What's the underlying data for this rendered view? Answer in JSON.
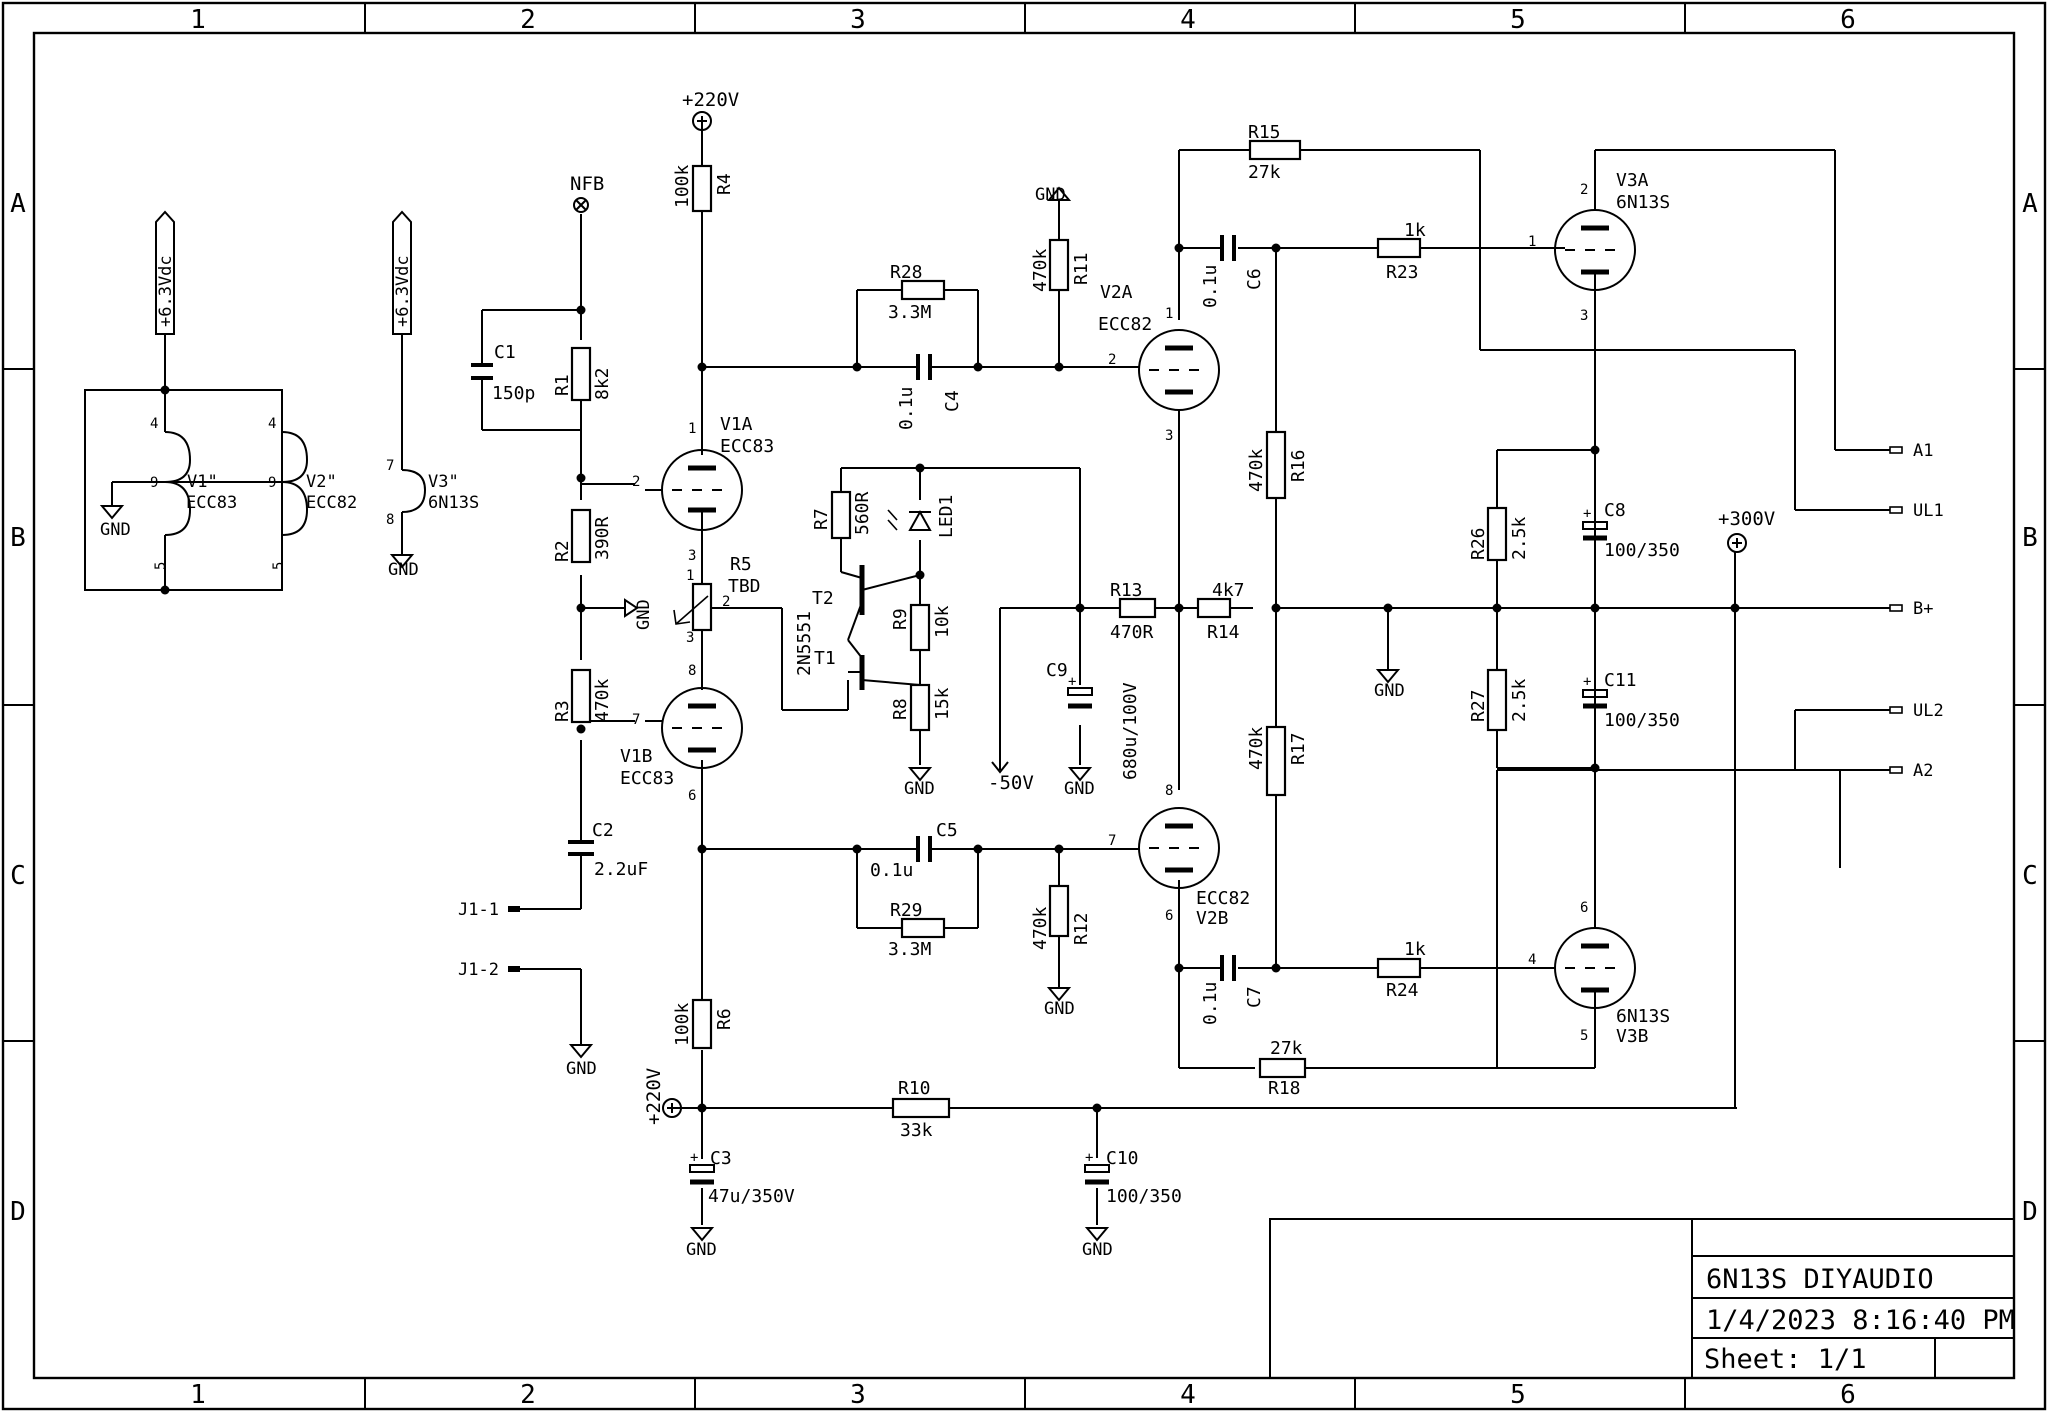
{
  "frame": {
    "columns": [
      "1",
      "2",
      "3",
      "4",
      "5",
      "6"
    ],
    "rows": [
      "A",
      "B",
      "C",
      "D"
    ]
  },
  "title_block": {
    "title": "6N13S DIYAUDIO",
    "datetime": "1/4/2023 8:16:40 PM",
    "sheet": "Sheet: 1/1"
  },
  "power": {
    "h1": "+6.3Vdc",
    "h2": "+6.3Vdc",
    "v220_top": "+220V",
    "v220_bot": "+220V",
    "v300": "+300V",
    "neg50": "-50V",
    "gnd": "GND",
    "nfb": "NFB"
  },
  "heater": {
    "u1": "V1\"",
    "u1_type": "ECC83",
    "u2": "V2\"",
    "u2_type": "ECC82",
    "u3": "V3\"",
    "u3_type": "6N13S",
    "pins": [
      "4",
      "9",
      "5",
      "4",
      "9",
      "5",
      "7",
      "8"
    ]
  },
  "tubes": {
    "v1a": {
      "name": "V1A",
      "type": "ECC83"
    },
    "v1b": {
      "name": "V1B",
      "type": "ECC83"
    },
    "v2a": {
      "name": "V2A",
      "type": "ECC82"
    },
    "v2b": {
      "name": "V2B",
      "type": "ECC82"
    },
    "v3a": {
      "name": "V3A",
      "type": "6N13S"
    },
    "v3b": {
      "name": "V3B",
      "type": "6N13S"
    }
  },
  "pins": {
    "v1a_1": "1",
    "v1a_2": "2",
    "v1a_3": "3",
    "v1b_8": "8",
    "v1b_7": "7",
    "v1b_6": "6",
    "v2a_1": "1",
    "v2a_2": "2",
    "v2a_3": "3",
    "v2b_8": "8",
    "v2b_7": "7",
    "v2b_6": "6",
    "v3a_2": "2",
    "v3a_1": "1",
    "v3a_3": "3",
    "v3b_6": "6",
    "v3b_4": "4",
    "v3b_5": "5",
    "r5_1": "1",
    "r5_2": "2",
    "r5_3": "3"
  },
  "resistors": {
    "r1": {
      "name": "R1",
      "value": "8k2"
    },
    "r2": {
      "name": "R2",
      "value": "390R"
    },
    "r3": {
      "name": "R3",
      "value": "470k"
    },
    "r4": {
      "name": "R4",
      "value": "100k"
    },
    "r5": {
      "name": "R5",
      "value": "TBD"
    },
    "r6": {
      "name": "R6",
      "value": "100k"
    },
    "r7": {
      "name": "R7",
      "value": "560R"
    },
    "r8": {
      "name": "R8",
      "value": "15k"
    },
    "r9": {
      "name": "R9",
      "value": "10k"
    },
    "r10": {
      "name": "R10",
      "value": "33k"
    },
    "r11": {
      "name": "R11",
      "value": "470k"
    },
    "r12": {
      "name": "R12",
      "value": "470k"
    },
    "r13": {
      "name": "R13",
      "value": "470R"
    },
    "r14": {
      "name": "R14",
      "value": "4k7"
    },
    "r15": {
      "name": "R15",
      "value": "27k"
    },
    "r16": {
      "name": "R16",
      "value": "470k"
    },
    "r17": {
      "name": "R17",
      "value": "470k"
    },
    "r18": {
      "name": "R18",
      "value": "27k"
    },
    "r23": {
      "name": "R23",
      "value": "1k"
    },
    "r24": {
      "name": "R24",
      "value": "1k"
    },
    "r26": {
      "name": "R26",
      "value": "2.5k"
    },
    "r27": {
      "name": "R27",
      "value": "2.5k"
    },
    "r28": {
      "name": "R28",
      "value": "3.3M"
    },
    "r29": {
      "name": "R29",
      "value": "3.3M"
    }
  },
  "capacitors": {
    "c1": {
      "name": "C1",
      "value": "150p"
    },
    "c2": {
      "name": "C2",
      "value": "2.2uF"
    },
    "c3": {
      "name": "C3",
      "value": "47u/350V"
    },
    "c4": {
      "name": "C4",
      "value": "0.1u"
    },
    "c5": {
      "name": "C5",
      "value": "0.1u"
    },
    "c6": {
      "name": "C6",
      "value": "0.1u"
    },
    "c7": {
      "name": "C7",
      "value": "0.1u"
    },
    "c8": {
      "name": "C8",
      "value": "100/350"
    },
    "c9": {
      "name": "C9",
      "value": "680u/100V"
    },
    "c10": {
      "name": "C10",
      "value": "100/350"
    },
    "c11": {
      "name": "C11",
      "value": "100/350"
    }
  },
  "semis": {
    "t1": "T1",
    "t2": "T2",
    "t_type": "2N5551",
    "led": "LED1"
  },
  "connectors": {
    "j1_1": "J1-1",
    "j1_2": "J1-2",
    "a1": "A1",
    "ul1": "UL1",
    "bplus": "B+",
    "ul2": "UL2",
    "a2": "A2"
  },
  "plus": "+"
}
